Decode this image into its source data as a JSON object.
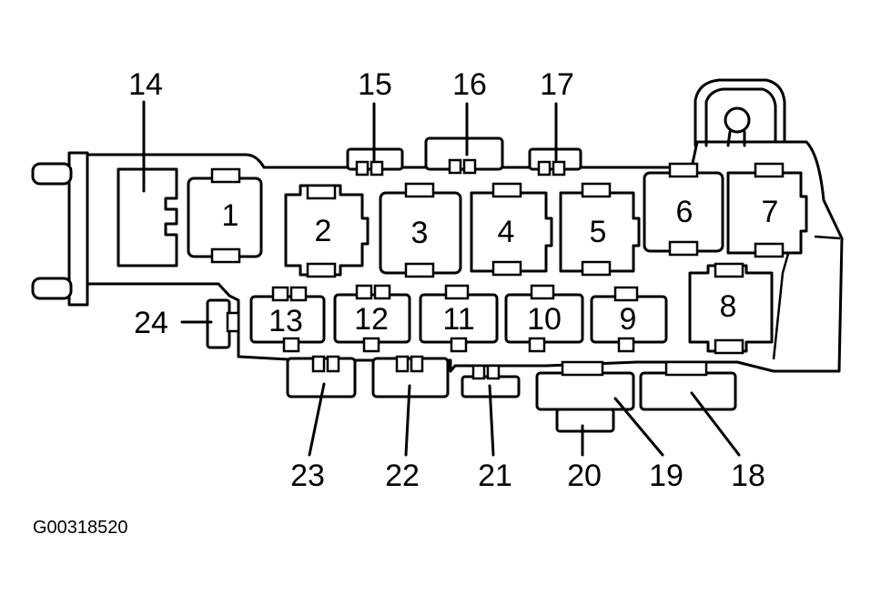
{
  "relay_numbers": [
    "1",
    "2",
    "3",
    "4",
    "5",
    "6",
    "7",
    "8",
    "9",
    "10",
    "11",
    "12",
    "13"
  ],
  "callouts": {
    "l14": "14",
    "l15": "15",
    "l16": "16",
    "l17": "17",
    "l18": "18",
    "l19": "19",
    "l20": "20",
    "l21": "21",
    "l22": "22",
    "l23": "23",
    "l24": "24"
  },
  "figure_id": "G00318520"
}
